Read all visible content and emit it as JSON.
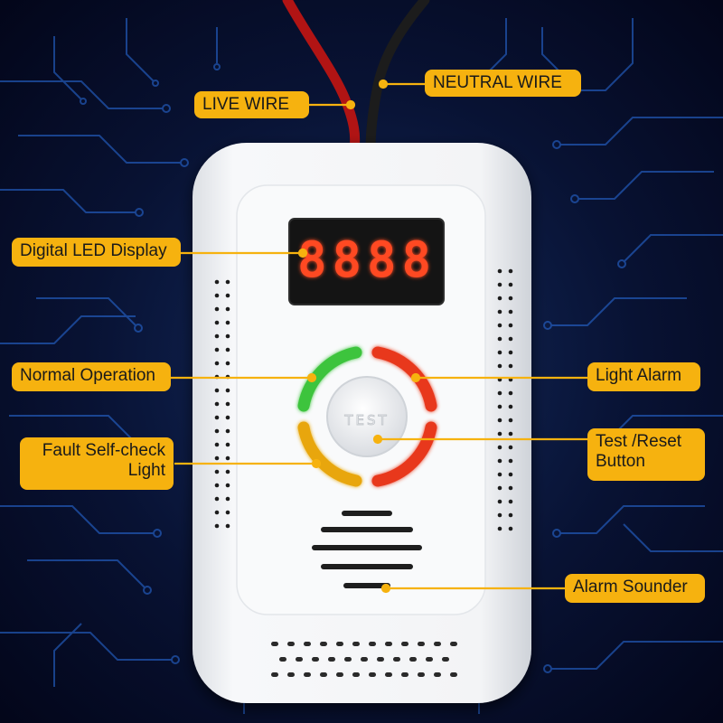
{
  "display": {
    "digits": "8888"
  },
  "button": {
    "label": "TEST"
  },
  "labels": {
    "live_wire": "LIVE WIRE",
    "neutral_wire": "NEUTRAL WIRE",
    "digital_led_display": "Digital LED Display",
    "normal_operation": "Normal Operation",
    "light_alarm": "Light Alarm",
    "fault_self_check_line1": "Fault Self-check",
    "fault_self_check_line2": "Light",
    "test_reset_line1": "Test /Reset",
    "test_reset_line2": "Button",
    "alarm_sounder": "Alarm Sounder"
  },
  "colors": {
    "background_dark": "#05081c",
    "circuit_blue": "#2a6fe0",
    "callout_fill": "#f6b20f",
    "device_white": "#f4f5f7",
    "led_red": "#e8381e",
    "ring_green": "#3cc43c",
    "ring_red": "#e8381e",
    "ring_yellow": "#e8a60a",
    "live_wire": "#b11414",
    "neutral_wire": "#1c1c1c"
  }
}
